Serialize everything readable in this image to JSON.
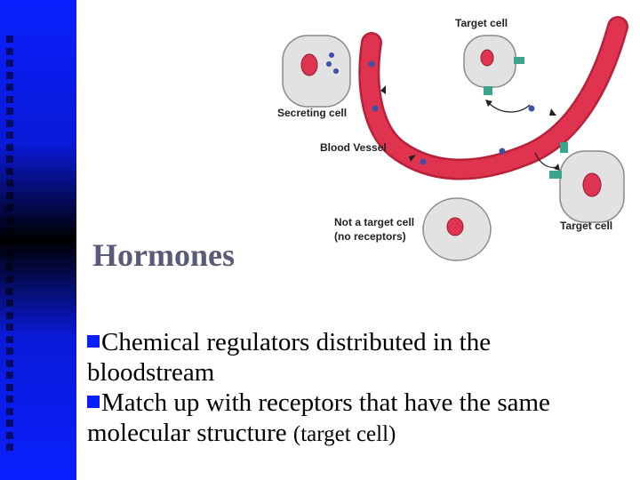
{
  "slide": {
    "title": "Hormones",
    "bullets": [
      {
        "text": "Chemical regulators distributed in the bloodstream",
        "suffix": ""
      },
      {
        "text": "Match up with receptors that have the same molecular structure ",
        "suffix": "(target cell)"
      }
    ]
  },
  "diagram": {
    "labels": {
      "target_cell_top": "Target cell",
      "secreting_cell": "Secreting cell",
      "blood_vessel": "Blood Vessel",
      "not_target_line1": "Not a target cell",
      "not_target_line2": "(no receptors)",
      "target_cell_right": "Target cell"
    }
  },
  "colors": {
    "accent_blue": "#0a1fff",
    "vessel_red": "#e0334f",
    "cell_gray": "#e2e2e2",
    "receptor_green": "#3aa58a",
    "hormone_dot": "#3b4fa8"
  }
}
